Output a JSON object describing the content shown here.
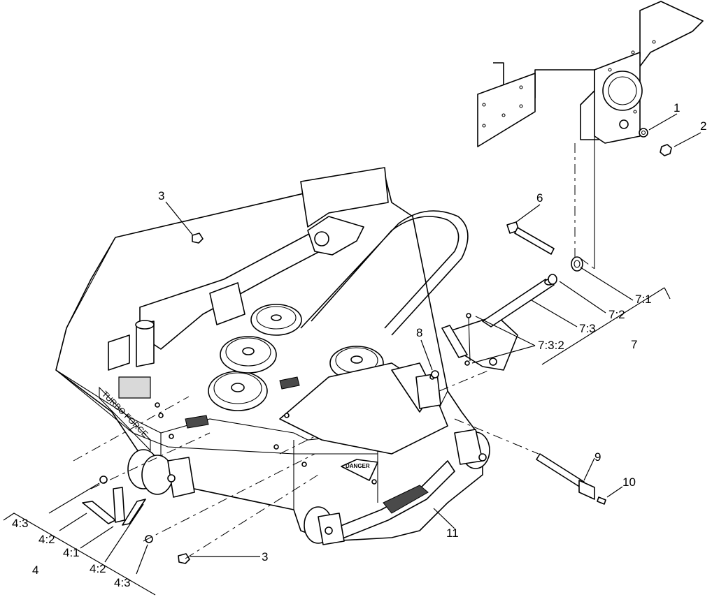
{
  "callouts": {
    "c1": "1",
    "c2": "2",
    "c3_upper": "3",
    "c3_lower": "3",
    "c4": "4",
    "c4_1": "4:1",
    "c4_2_left": "4:2",
    "c4_2_right": "4:2",
    "c4_3_left": "4:3",
    "c4_3_right": "4:3",
    "c6": "6",
    "c7": "7",
    "c7_1": "7:1",
    "c7_2": "7:2",
    "c7_3": "7:3",
    "c7_3_2": "7:3:2",
    "c8": "8",
    "c9": "9",
    "c10": "10",
    "c11": "11"
  },
  "decals": {
    "turbo_force": "TURBO FORCE",
    "danger": "DANGER"
  }
}
